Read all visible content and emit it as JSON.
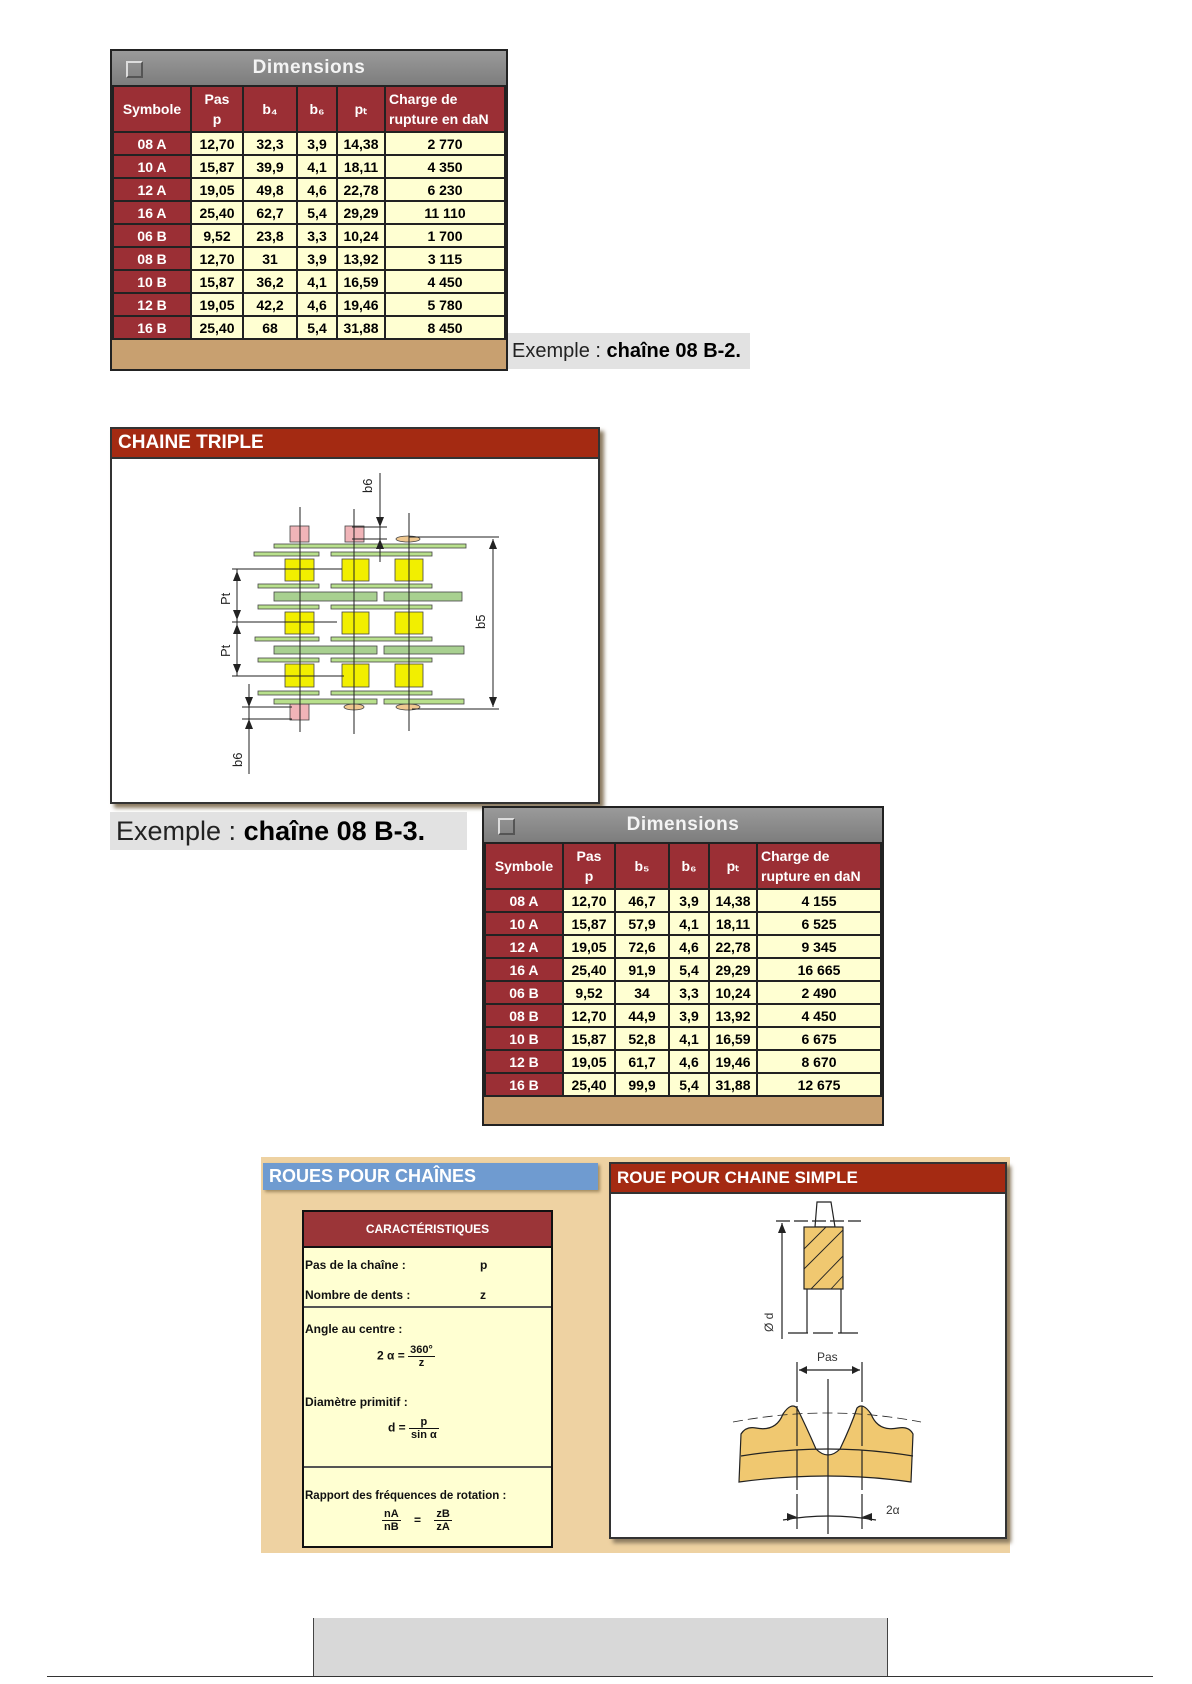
{
  "table1": {
    "title": "Dimensions",
    "headers": {
      "symbole": "Symbole",
      "pas": "Pas",
      "pas_sub": "p",
      "b_a": "b₄",
      "b_b": "b₆",
      "p_t": "pₜ",
      "charge1": "Charge de",
      "charge2": "rupture en daN"
    },
    "rows": [
      [
        "08 A",
        "12,70",
        "32,3",
        "3,9",
        "14,38",
        "2 770"
      ],
      [
        "10 A",
        "15,87",
        "39,9",
        "4,1",
        "18,11",
        "4 350"
      ],
      [
        "12 A",
        "19,05",
        "49,8",
        "4,6",
        "22,78",
        "6 230"
      ],
      [
        "16 A",
        "25,40",
        "62,7",
        "5,4",
        "29,29",
        "11 110"
      ],
      [
        "06 B",
        "9,52",
        "23,8",
        "3,3",
        "10,24",
        "1 700"
      ],
      [
        "08 B",
        "12,70",
        "31",
        "3,9",
        "13,92",
        "3 115"
      ],
      [
        "10 B",
        "15,87",
        "36,2",
        "4,1",
        "16,59",
        "4 450"
      ],
      [
        "12 B",
        "19,05",
        "42,2",
        "4,6",
        "19,46",
        "5 780"
      ],
      [
        "16 B",
        "25,40",
        "68",
        "5,4",
        "31,88",
        "8 450"
      ]
    ]
  },
  "example1": {
    "prefix": "Exemple : ",
    "value": "chaîne 08 B-2."
  },
  "triple": {
    "title": "CHAINE TRIPLE",
    "labels": {
      "b6": "b6",
      "b5": "b5",
      "pt": "Pt"
    }
  },
  "example2": {
    "prefix": "Exemple : ",
    "value": "chaîne 08 B-3."
  },
  "table2": {
    "title": "Dimensions",
    "headers": {
      "symbole": "Symbole",
      "pas": "Pas",
      "pas_sub": "p",
      "b_a": "b₅",
      "b_b": "b₆",
      "p_t": "pₜ",
      "charge1": "Charge de",
      "charge2": "rupture en daN"
    },
    "rows": [
      [
        "08 A",
        "12,70",
        "46,7",
        "3,9",
        "14,38",
        "4 155"
      ],
      [
        "10 A",
        "15,87",
        "57,9",
        "4,1",
        "18,11",
        "6 525"
      ],
      [
        "12 A",
        "19,05",
        "72,6",
        "4,6",
        "22,78",
        "9 345"
      ],
      [
        "16 A",
        "25,40",
        "91,9",
        "5,4",
        "29,29",
        "16 665"
      ],
      [
        "06 B",
        "9,52",
        "34",
        "3,3",
        "10,24",
        "2 490"
      ],
      [
        "08 B",
        "12,70",
        "44,9",
        "3,9",
        "13,92",
        "4 450"
      ],
      [
        "10 B",
        "15,87",
        "52,8",
        "4,1",
        "16,59",
        "6 675"
      ],
      [
        "12 B",
        "19,05",
        "61,7",
        "4,6",
        "19,46",
        "8 670"
      ],
      [
        "16 B",
        "25,40",
        "99,9",
        "5,4",
        "31,88",
        "12 675"
      ]
    ]
  },
  "roues": {
    "title": "ROUES POUR CHAÎNES",
    "carac": {
      "header": "CARACTÉRISTIQUES",
      "pas_label": "Pas de la chaîne   :",
      "pas_sym": "p",
      "dents_label": "Nombre de dents :",
      "dents_sym": "z",
      "angle_label": "Angle au centre    :",
      "angle_lhs": "2 α =",
      "angle_num": "360°",
      "angle_den": "z",
      "diam_label": "Diamètre primitif  :",
      "diam_lhs": "d =",
      "diam_num": "p",
      "diam_den": "sin α",
      "rapport_label": "Rapport des fréquences de rotation :",
      "r_n1": "nA",
      "r_d1": "nB",
      "r_eq": "=",
      "r_n2": "zB",
      "r_d2": "zA"
    },
    "simple": {
      "title": "ROUE POUR CHAINE SIMPLE",
      "labels": {
        "d": "Ø d",
        "pas": "Pas",
        "angle": "2α"
      }
    }
  }
}
